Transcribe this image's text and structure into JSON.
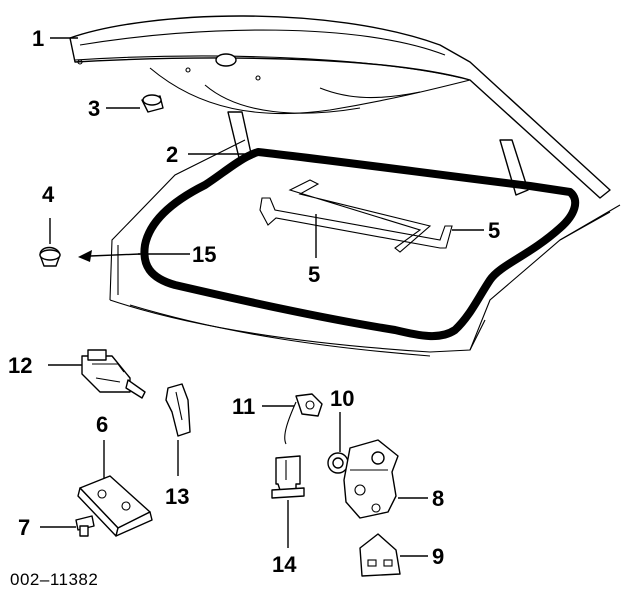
{
  "diagram": {
    "callouts": {
      "c1": "1",
      "c2": "2",
      "c3": "3",
      "c4": "4",
      "c5a": "5",
      "c5b": "5",
      "c6": "6",
      "c7": "7",
      "c8": "8",
      "c9": "9",
      "c10": "10",
      "c11": "11",
      "c12": "12",
      "c13": "13",
      "c14": "14",
      "c15": "15"
    },
    "figure_code": "002–11382"
  }
}
